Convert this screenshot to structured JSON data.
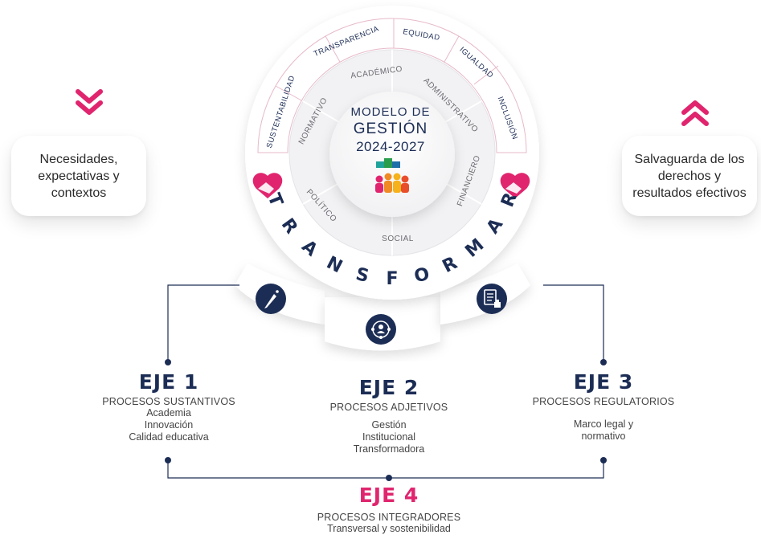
{
  "left_card": {
    "text": "Necesidades,\nexpectativas y\ncontextos"
  },
  "right_card": {
    "text": "Salvaguarda de los\nderechos y\nresultados efectivos"
  },
  "center": {
    "line1": "MODELO DE",
    "line2": "GESTIÓN",
    "line3": "2024-2027"
  },
  "outer_ring": [
    "SUSTENTABILIDAD",
    "TRANSPARENCIA",
    "EQUIDAD",
    "IGUALDAD",
    "INCLUSIÓN"
  ],
  "inner_ring": [
    "NORMATIVO",
    "ACADÉMICO",
    "ADMINISTRATIVO",
    "FINANCIERO",
    "SOCIAL",
    "POLÍTICO"
  ],
  "ring_word": "TRANSFORMAR",
  "ejes": [
    {
      "title": "EJE 1",
      "subtitle": "PROCESOS SUSTANTIVOS",
      "items": [
        "Academia",
        "Innovación",
        "Calidad educativa"
      ]
    },
    {
      "title": "EJE 2",
      "subtitle": "PROCESOS ADJETIVOS",
      "items": [
        "Gestión",
        "Institucional",
        "Transformadora"
      ]
    },
    {
      "title": "EJE 3",
      "subtitle": "PROCESOS REGULATORIOS",
      "items": [
        "Marco legal y",
        "normativo"
      ]
    },
    {
      "title": "EJE 4",
      "subtitle": "PROCESOS INTEGRADORES",
      "items": [
        "Transversal y sostenibilidad"
      ]
    }
  ],
  "colors": {
    "navy": "#1c2d55",
    "pink": "#e0256e",
    "ring_line": "#e7b9c9"
  },
  "icons": [
    "chevron-down-icon",
    "chevron-up-icon",
    "heart-handshake-icon",
    "pen-icon",
    "network-people-icon",
    "document-seal-icon",
    "people-group-icon"
  ]
}
